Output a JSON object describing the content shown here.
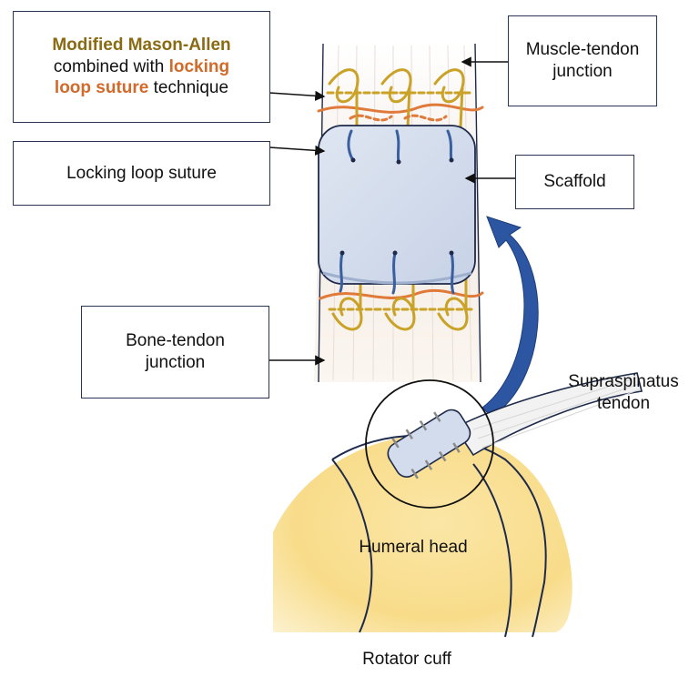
{
  "labels": {
    "technique": {
      "part1": "Modified Mason-Allen",
      "part2": "combined with ",
      "part3": "locking",
      "part4": "loop suture",
      "part5": " technique"
    },
    "muscle_tendon": {
      "line1": "Muscle-tendon",
      "line2": "junction"
    },
    "locking_loop": "Locking loop suture",
    "scaffold": "Scaffold",
    "bone_tendon": {
      "line1": "Bone-tendon",
      "line2": "junction"
    },
    "supraspinatus": {
      "line1": "Supraspinatus",
      "line2": "tendon"
    },
    "humeral_head": "Humeral head",
    "rotator_cuff": "Rotator cuff"
  },
  "colors": {
    "box_border": "#2a3554",
    "scaffold_fill": "#d3dcec",
    "suture_gold": "#c9a227",
    "suture_orange": "#e07a3a",
    "suture_blue": "#3a5f9e",
    "arrow_blue": "#2c55a2",
    "bone_yellow": "#f8dc8a",
    "outline": "#1e2a4a"
  }
}
